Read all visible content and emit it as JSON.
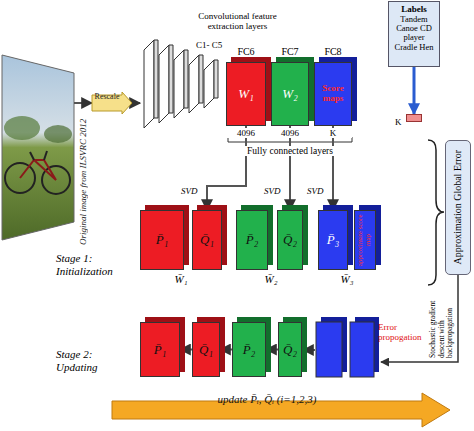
{
  "diagram": {
    "nodes": [
      {
        "text": [
          "Original image from ILSVRC 2012"
        ]
      },
      {
        "text": [
          "Rescale"
        ]
      },
      {
        "text": [
          "Convolutional feature extraction layers",
          "C1- C5"
        ]
      },
      {
        "text": [
          "FC6",
          "W₁"
        ]
      },
      {
        "text": [
          "FC7",
          "W₂"
        ]
      },
      {
        "text": [
          "FC8",
          "Score maps"
        ]
      },
      {
        "text": [
          "Labels",
          "Tandem Canoe CD player Cradle Hen"
        ]
      },
      {
        "text": [
          "K"
        ]
      },
      {
        "text": [
          "Approximation Global Error"
        ]
      },
      {
        "text": [
          "P̄₁"
        ]
      },
      {
        "text": [
          "Q̄₁"
        ]
      },
      {
        "text": [
          "P̄₂"
        ]
      },
      {
        "text": [
          "Q̄₂"
        ]
      },
      {
        "text": [
          "P̄₃"
        ]
      },
      {
        "text": [
          "approximate score map"
        ]
      },
      {
        "text": [
          "P̄₁"
        ]
      },
      {
        "text": [
          "Q̄₁"
        ]
      },
      {
        "text": [
          "P̄₂"
        ]
      },
      {
        "text": [
          "Q̄₂"
        ]
      },
      {
        "text": [
          "update P̄ᵢ, Q̄ᵢ (i=1,2,3)"
        ]
      }
    ],
    "edges": [
      {
        "from": 0,
        "to": 1,
        "arrow": "to"
      },
      {
        "from": 1,
        "to": 2,
        "arrow": "to"
      },
      {
        "from": 6,
        "to": 7,
        "arrow": "to"
      },
      {
        "from": 3,
        "to": 10,
        "label": "SVD",
        "arrow": "to"
      },
      {
        "from": 4,
        "to": 12,
        "label": "SVD",
        "arrow": "to"
      },
      {
        "from": 5,
        "to": 13,
        "label": "SVD",
        "arrow": "to"
      },
      {
        "from": 16,
        "to": 15,
        "arrow": "to"
      },
      {
        "from": 17,
        "to": 16,
        "arrow": "to"
      },
      {
        "from": 18,
        "to": 17,
        "arrow": "to"
      }
    ],
    "labels": [
      "4096",
      "4096",
      "K",
      "Fully connected layers",
      "W̄₁",
      "W̄₂",
      "W̄₃",
      "Stage 1: Initialization",
      "Stage 2: Updating",
      "Error propogation",
      "Stochastic gradient descent with backpropagation"
    ]
  }
}
